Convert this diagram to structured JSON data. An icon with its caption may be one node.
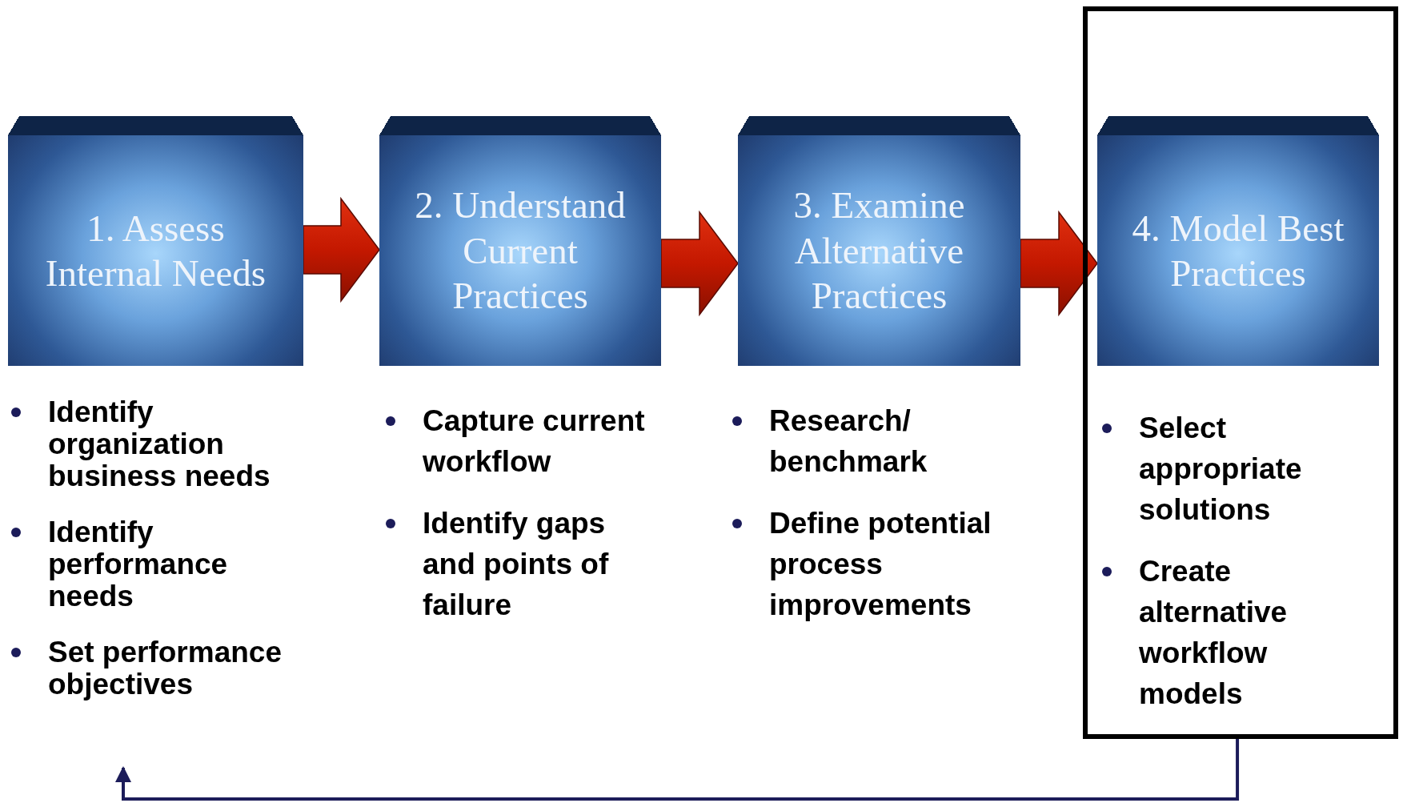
{
  "diagram": {
    "nodes": [
      {
        "text": [
          "1. Assess Internal Needs"
        ]
      },
      {
        "text": [
          "2. Understand Current Practices"
        ]
      },
      {
        "text": [
          "3. Examine Alternative Practices"
        ]
      },
      {
        "text": [],
        "shape": "box"
      },
      {
        "text": [
          "4. Model Best Practices"
        ],
        "in": 3
      },
      {
        "text": [
          "Identify organization business needs",
          "Identify performance needs",
          "Set performance objectives"
        ]
      },
      {
        "text": [
          "Capture current workflow",
          "Identify gaps and points of failure"
        ]
      },
      {
        "text": [
          "Research/ benchmark",
          "Define potential process improvements"
        ]
      },
      {
        "text": [
          "Select appropriate solutions",
          "Create alternative workflow models"
        ],
        "in": 3
      }
    ],
    "edges": [
      {
        "from": 0,
        "to": 1,
        "arrow": "to",
        "style": "thick"
      },
      {
        "from": 1,
        "to": 2,
        "arrow": "to",
        "style": "thick"
      },
      {
        "from": 2,
        "to": 4,
        "arrow": "to",
        "style": "thick"
      },
      {
        "from": 3,
        "to": 5,
        "arrow": "to",
        "color": "#1c1c5a"
      }
    ]
  }
}
